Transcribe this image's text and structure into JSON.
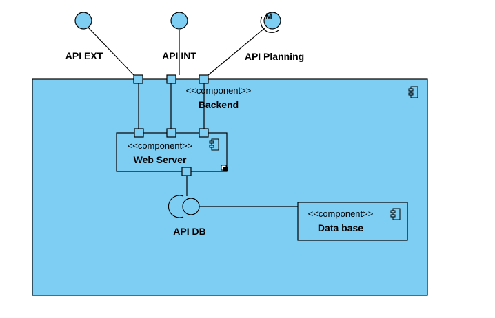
{
  "interfaces": [
    {
      "id": "ext",
      "label": "API EXT"
    },
    {
      "id": "int",
      "label": "API INT"
    },
    {
      "id": "planning",
      "label": "API Planning",
      "glyph": "M"
    },
    {
      "id": "db",
      "label": "API DB"
    }
  ],
  "components": {
    "backend": {
      "stereotype": "<<component>>",
      "name": "Backend"
    },
    "web_server": {
      "stereotype": "<<component>>",
      "name": "Web Server"
    },
    "database": {
      "stereotype": "<<component>>",
      "name": "Data base"
    }
  },
  "colors": {
    "container_fill": "#7ecef4",
    "interface_fill": "#7ecef4",
    "stroke": "#000000"
  }
}
